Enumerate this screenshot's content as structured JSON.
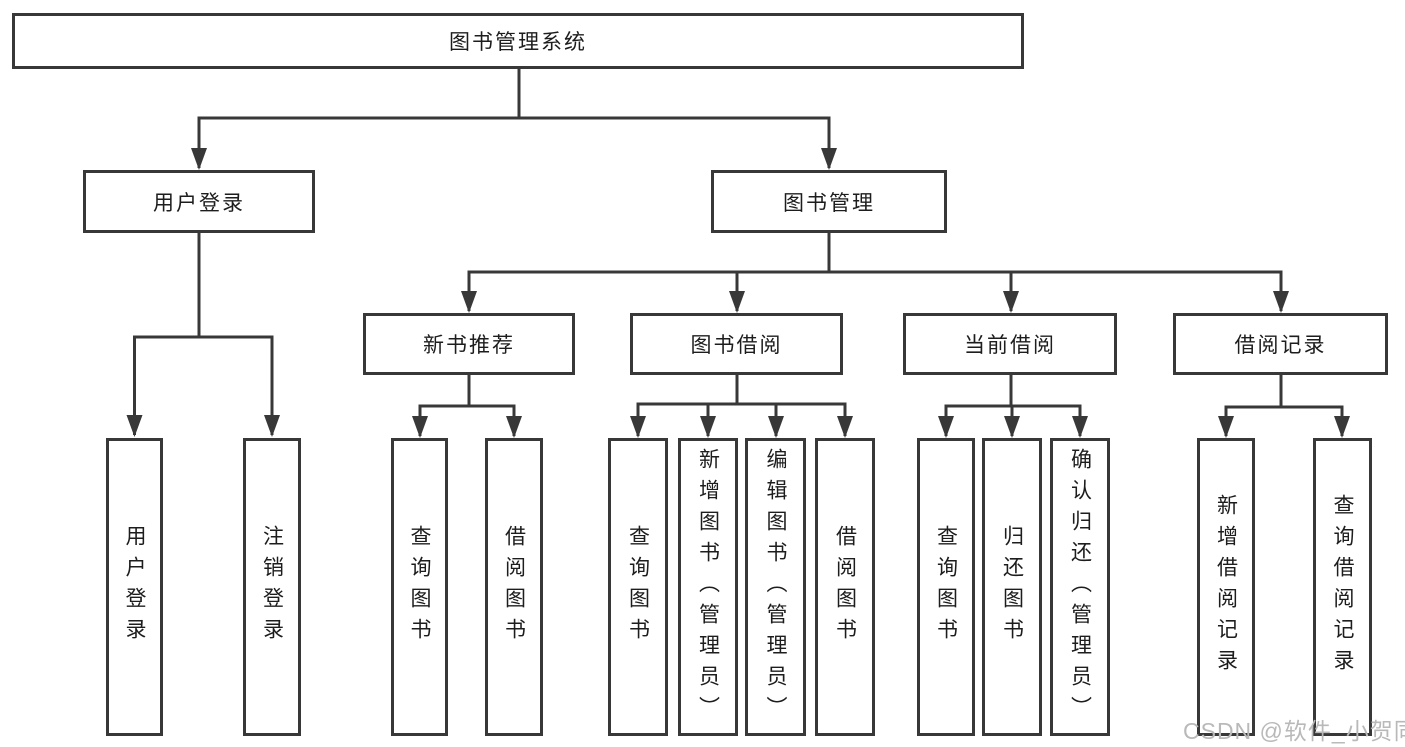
{
  "root": {
    "label": "图书管理系统"
  },
  "level2": {
    "user_login": {
      "label": "用户登录"
    },
    "book_management": {
      "label": "图书管理"
    }
  },
  "level3": {
    "new_book_recommend": {
      "label": "新书推荐"
    },
    "book_borrow": {
      "label": "图书借阅"
    },
    "current_borrow": {
      "label": "当前借阅"
    },
    "borrow_records": {
      "label": "借阅记录"
    }
  },
  "leaves": {
    "user_login": [
      "用户登录",
      "注销登录"
    ],
    "new_book_recommend": [
      "查询图书",
      "借阅图书"
    ],
    "book_borrow": [
      "查询图书",
      "新增图书（管理员）",
      "编辑图书（管理员）",
      "借阅图书"
    ],
    "current_borrow": [
      "查询图书",
      "归还图书",
      "确认归还（管理员）"
    ],
    "borrow_records": [
      "新增借阅记录",
      "查询借阅记录"
    ]
  },
  "watermark": "CSDN @软件_小贺同学",
  "colors": {
    "line": "#383838",
    "text": "#1d1d1d",
    "watermark": "#b9b9b9",
    "bg": "#ffffff"
  }
}
